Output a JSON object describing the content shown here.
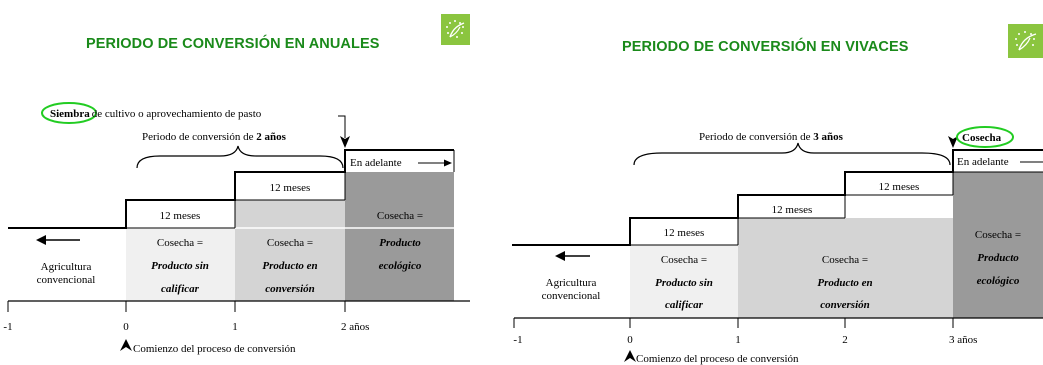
{
  "left": {
    "title": "PERIODO DE CONVERSIÓN EN ANUALES",
    "logo": "eu-organic-leaf-logo",
    "siembra": "Siembra",
    "siembra_rest": "de cultivo o aprovechamiento de pasto",
    "period_prefix": "Periodo de conversión de ",
    "period_bold": "2 años",
    "en_adelante": "En adelante",
    "steps": [
      "12 meses",
      "12 meses"
    ],
    "conv_label": [
      "Agricultura",
      "convencional"
    ],
    "zones": [
      {
        "top": "Cosecha =",
        "lines": [
          "Producto sin",
          "calificar"
        ]
      },
      {
        "top": "Cosecha =",
        "lines": [
          "Producto en",
          "conversión"
        ]
      },
      {
        "top": "Cosecha =",
        "lines": [
          "Producto",
          "ecológico"
        ]
      }
    ],
    "ticks": [
      "-1",
      "0",
      "1",
      "2 años"
    ],
    "comienzo": "Comienzo del proceso de conversión",
    "colors": {
      "title": "#1a8a1a",
      "highlight": "#22cc22",
      "zone1": "#f0f0f0",
      "zone2": "#d4d4d4",
      "zone3": "#9a9a9a"
    }
  },
  "right": {
    "title": "PERIODO DE CONVERSIÓN EN VIVACES",
    "logo": "eu-organic-leaf-logo",
    "period_prefix": "Periodo de conversión de ",
    "period_bold": "3 años",
    "cosecha": "Cosecha",
    "en_adelante": "En adelante",
    "steps": [
      "12 meses",
      "12 meses",
      "12 meses"
    ],
    "conv_label": [
      "Agricultura",
      "convencional"
    ],
    "zones": [
      {
        "top": "Cosecha =",
        "lines": [
          "Producto sin",
          "calificar"
        ]
      },
      {
        "top": "Cosecha =",
        "lines": [
          "Producto en",
          "conversión"
        ]
      },
      {
        "top": "Cosecha =",
        "lines": [
          "Producto",
          "ecológico"
        ]
      }
    ],
    "ticks": [
      "-1",
      "0",
      "1",
      "2",
      "3 años"
    ],
    "comienzo": "Comienzo del proceso de conversión"
  }
}
